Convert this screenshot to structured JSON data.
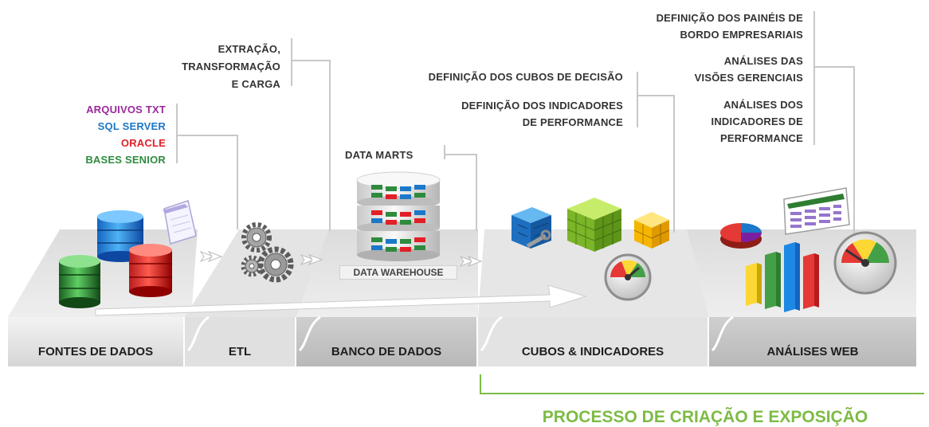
{
  "sources": {
    "items": [
      {
        "label": "ARQUIVOS TXT",
        "color": "#9b2a9c"
      },
      {
        "label": "SQL SERVER",
        "color": "#1c78c8"
      },
      {
        "label": "ORACLE",
        "color": "#e21f26"
      },
      {
        "label": "BASES SENIOR",
        "color": "#2e8b3e"
      }
    ]
  },
  "etl_note": [
    "EXTRAÇÃO,",
    "TRANSFORMAÇÃO",
    "E CARGA"
  ],
  "data_marts": "DATA MARTS",
  "data_warehouse": "DATA WAREHOUSE",
  "cubes_notes": {
    "decision_cubes": "DEFINIÇÃO DOS CUBOS DE DECISÃO",
    "indicators": [
      "DEFINIÇÃO DOS INDICADORES",
      "DE PERFORMANCE"
    ]
  },
  "web_notes": {
    "panels": [
      "DEFINIÇÃO DOS PAINÉIS DE",
      "BORDO EMPRESARIAIS"
    ],
    "views": [
      "ANÁLISES DAS",
      "VISÕES GERENCIAIS"
    ],
    "performance": [
      "ANÁLISES DOS",
      "INDICADORES DE",
      "PERFORMANCE"
    ]
  },
  "sections": [
    "FONTES DE DADOS",
    "ETL",
    "BANCO DE DADOS",
    "CUBOS & INDICADORES",
    "ANÁLISES WEB"
  ],
  "process_label": "PROCESSO DE CRIAÇÃO E EXPOSIÇÃO",
  "colors": {
    "accent_green": "#7dbb45",
    "txt": "#9b2a9c",
    "sql": "#1c78c8",
    "oracle": "#e21f26",
    "senior": "#2e8b3e"
  }
}
